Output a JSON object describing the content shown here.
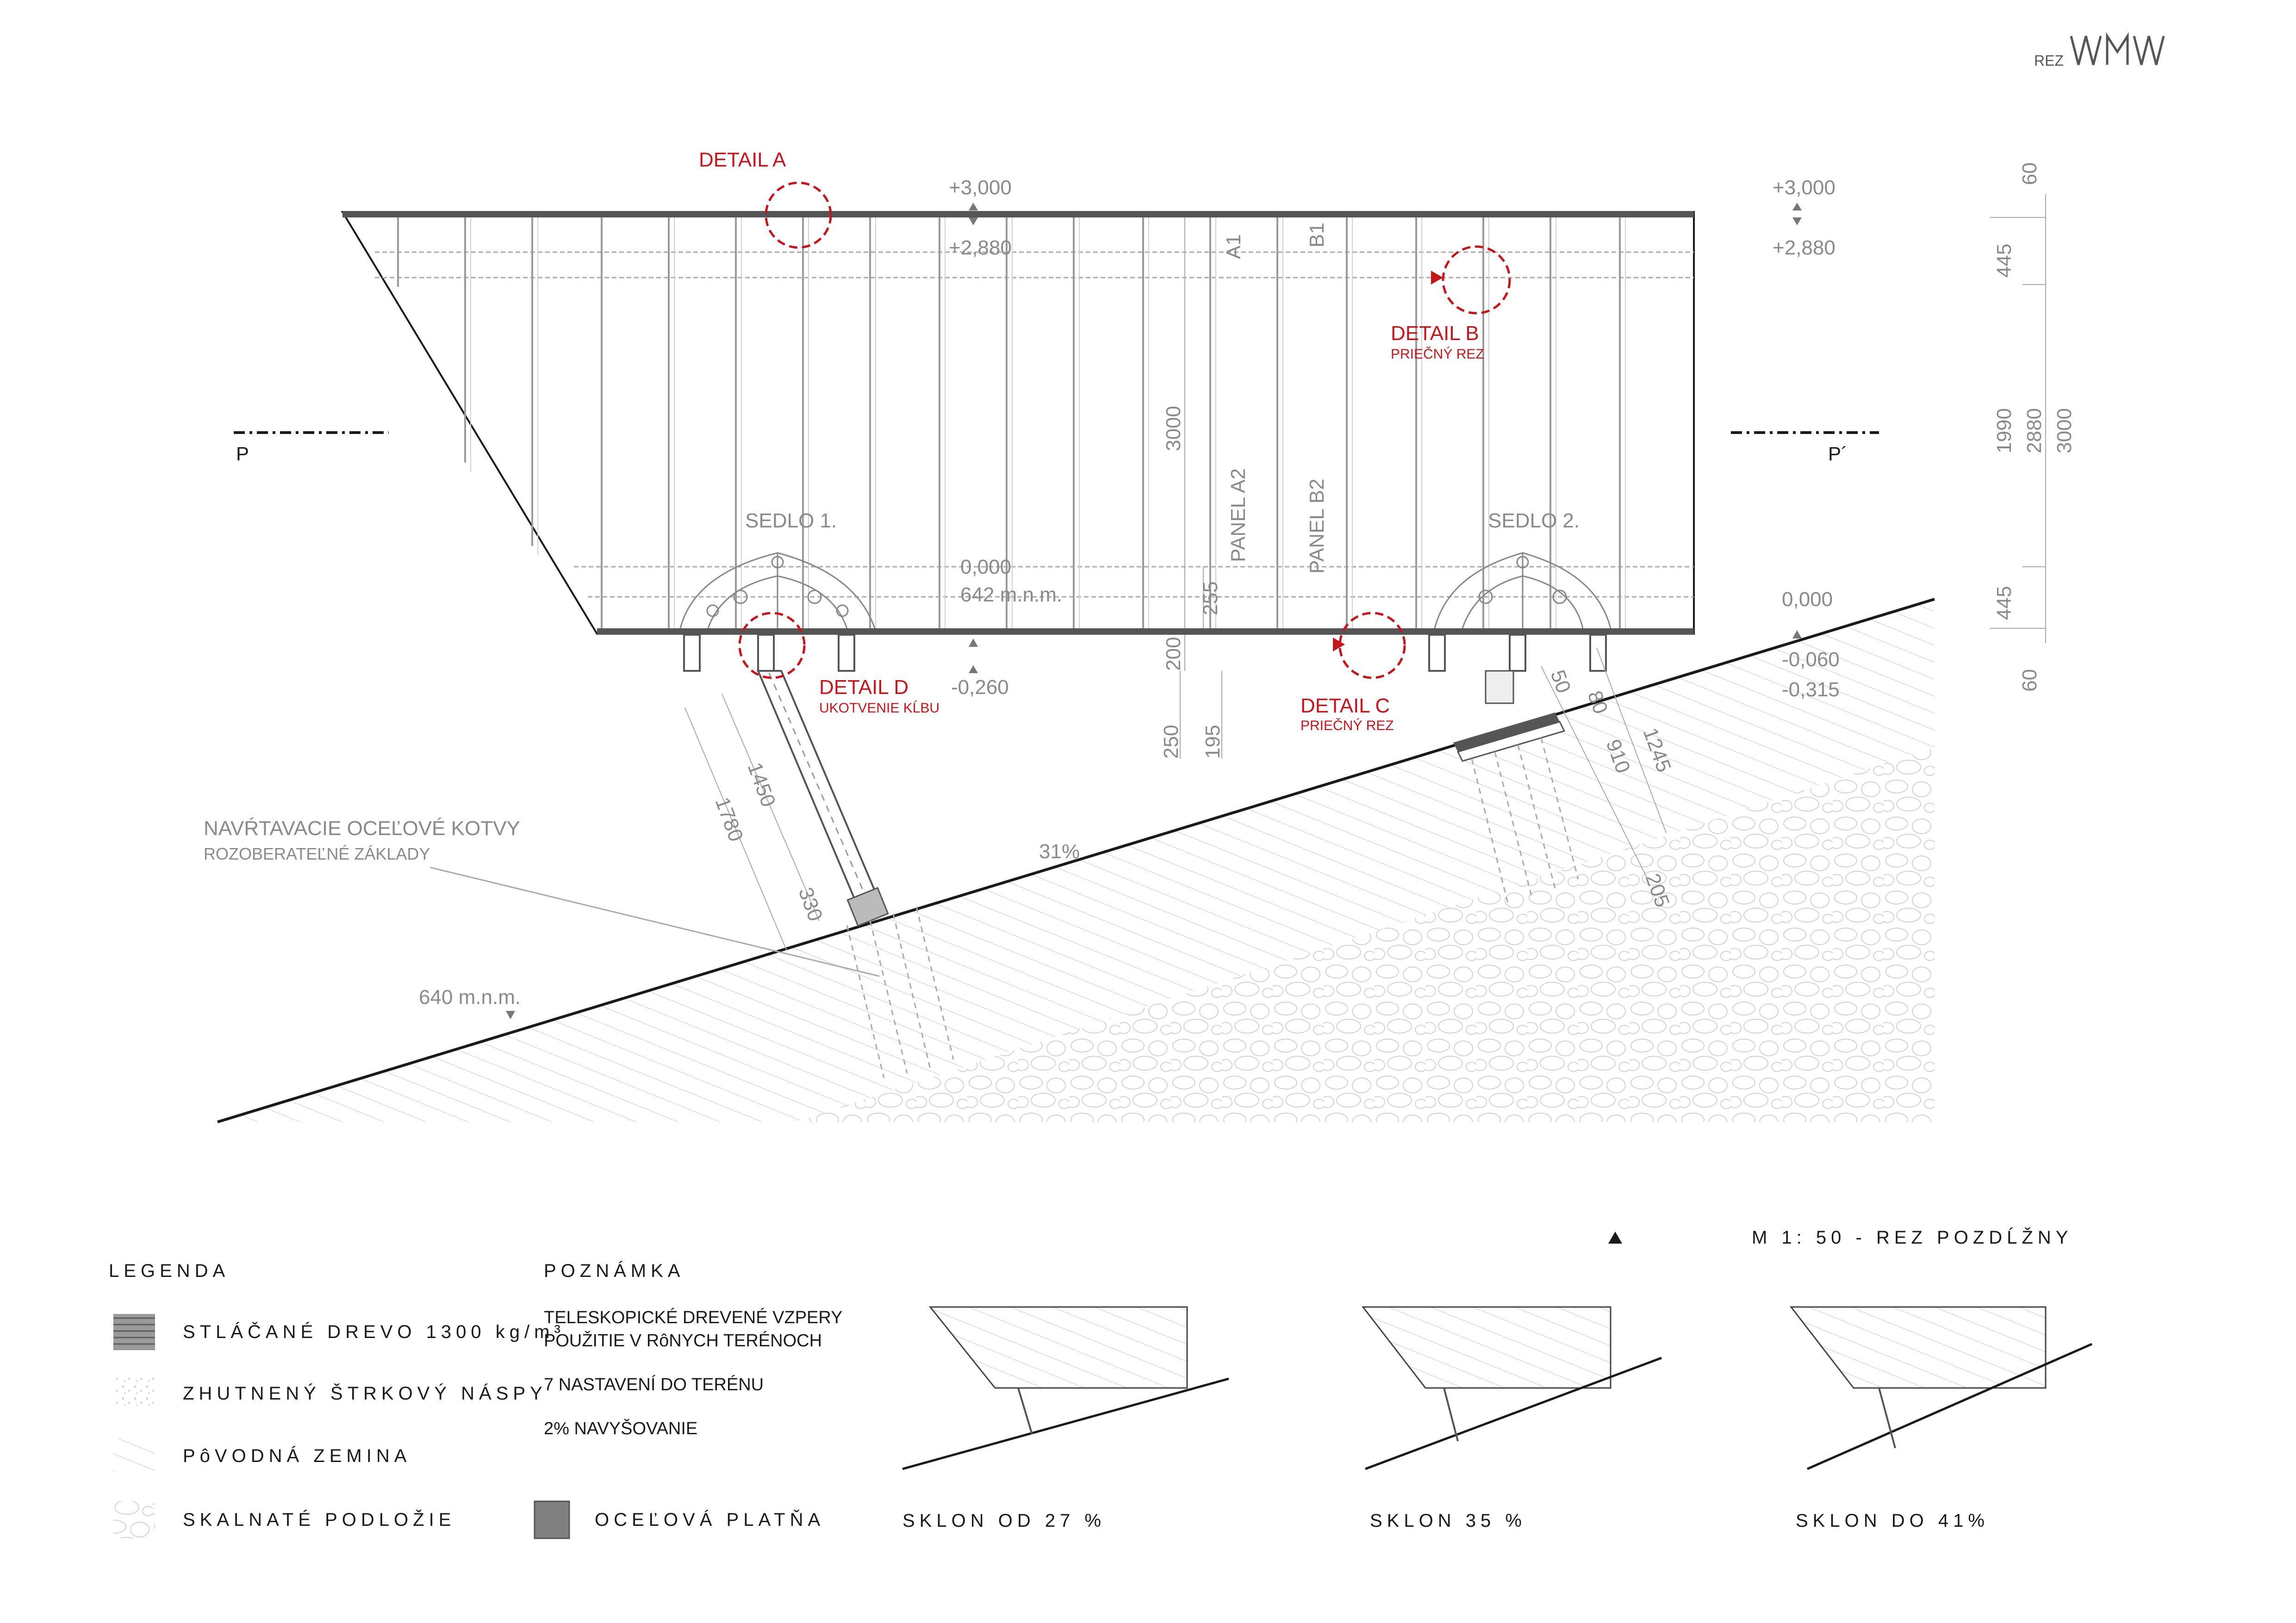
{
  "header": {
    "view_label": "REZ",
    "logo_text": "WMW"
  },
  "details": {
    "a": {
      "title": "DETAIL A",
      "sub": ""
    },
    "b": {
      "title": "DETAIL B",
      "sub": "PRIEČNÝ REZ"
    },
    "c": {
      "title": "DETAIL C",
      "sub": "PRIEČNÝ REZ"
    },
    "d": {
      "title": "DETAIL D",
      "sub": "UKOTVENIE KĹBU"
    }
  },
  "levels": {
    "top_left": "+3,000",
    "top_left_2": "+2,880",
    "top_right": "+3,000",
    "top_right_2": "+2,880",
    "zero": "0,000",
    "zero_mnm": "642 m.n.m.",
    "minus": "-0,260",
    "r_zero": "0,000",
    "r_m1": "-0,060",
    "r_m2": "-0,315",
    "ground_mnm": "640 m.n.m."
  },
  "section_marks": {
    "left": "P",
    "right": "P´"
  },
  "labels": {
    "saddle1": "SEDLO 1.",
    "saddle2": "SEDLO 2.",
    "a1": "A1",
    "b1": "B1",
    "panel_a2": "PANEL A2",
    "panel_b2": "PANEL B2",
    "slope": "31%",
    "anchors": "NAVŔTAVACIE OCEĽOVÉ KOTVY",
    "anchors_sub": "ROZOBERATEĽNÉ ZÁKLADY"
  },
  "dims": {
    "d3000": "3000",
    "d255": "255",
    "d200": "200",
    "d250": "250",
    "d195": "195",
    "d1450": "1450",
    "d1780": "1780",
    "d330": "330",
    "d50": "50",
    "d80": "80",
    "d910": "910",
    "d1245": "1245",
    "d205": "205",
    "r60a": "60",
    "r445a": "445",
    "r1990": "1990",
    "r2880": "2880",
    "r3000": "3000",
    "r445b": "445",
    "r60b": "60"
  },
  "scale": {
    "text": "M 1: 50 - REZ POZDĹŽNY"
  },
  "legend": {
    "title": "LEGENDA",
    "items": [
      "STLÁČANÉ DREVO 1300 kg/m³",
      "ZHUTNENÝ ŠTRKOVÝ NÁSPY",
      "PôVODNÁ ZEMINA",
      "SKALNATÉ PODLOŽIE"
    ],
    "steel": "OCEĽOVÁ PLATŇA"
  },
  "note": {
    "title": "POZNÁMKA",
    "lines": [
      "TELESKOPICKÉ DREVENÉ VZPERY",
      "POUŽITIE V RôNYCH TERÉNOCH",
      "7 NASTAVENÍ DO TERÉNU",
      "2% NAVYŠOVANIE"
    ]
  },
  "slopes": [
    "SKLON OD 27 %",
    "SKLON  35 %",
    "SKLON DO 41%"
  ],
  "colors": {
    "accent_red": "#c4161c",
    "line": "#1a1a1a",
    "dim_gray": "#8a8a8a"
  }
}
